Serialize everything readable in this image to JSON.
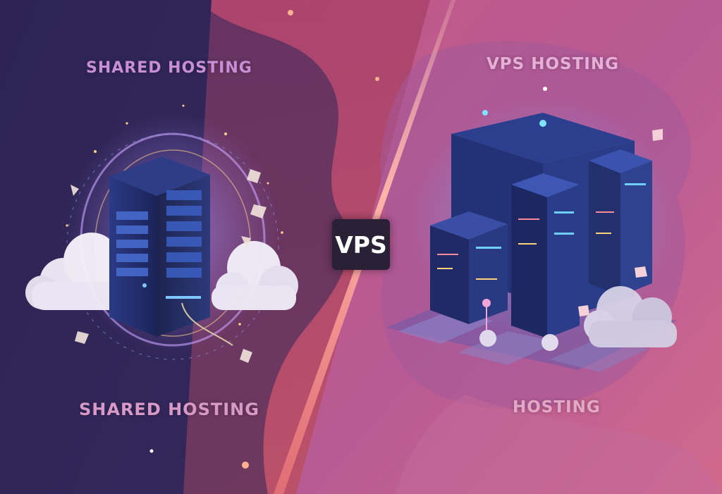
{
  "left_panel": {
    "top_title": "SHARED HOSTING",
    "bottom_title": "SHARED HOSTING",
    "server_icon": "server-rack-icon",
    "cloud_icon": "cloud-icon"
  },
  "right_panel": {
    "top_title": "VPS HOSTING",
    "bottom_title": "HOSTING",
    "server_icon": "server-cluster-icon",
    "cloud_icon": "cloud-icon"
  },
  "center_badge": {
    "label": "VPS"
  },
  "colors": {
    "left_background": "#2b2454",
    "right_background": "#d06a9c",
    "divider_glow": "#f4a7a0",
    "server_blue": "#3a63c4"
  }
}
